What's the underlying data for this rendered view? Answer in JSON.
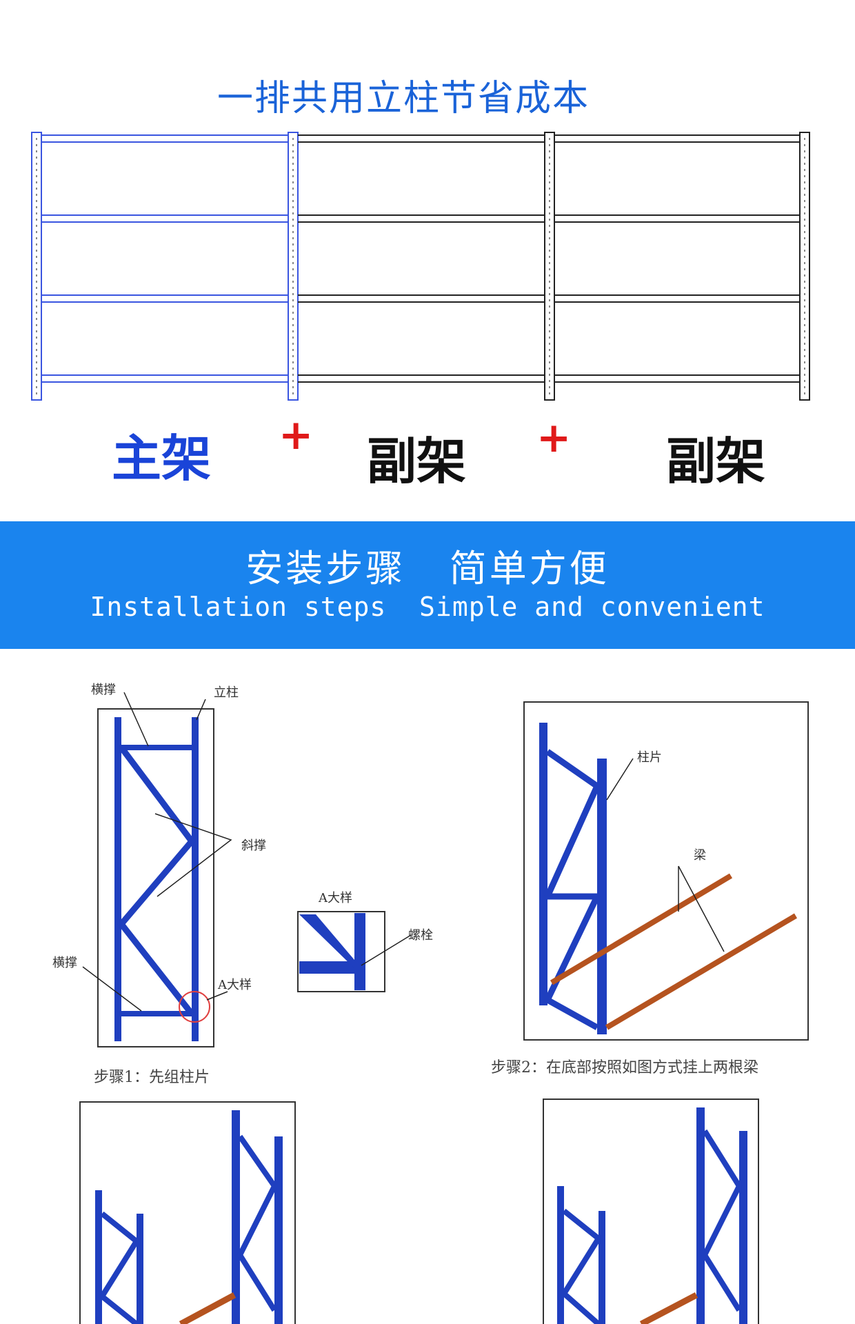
{
  "top": {
    "heading": "一排共用立柱节省成本",
    "frame_labels": {
      "main": "主架",
      "sub1": "副架",
      "sub2": "副架",
      "plus1": "+",
      "plus2": "+"
    }
  },
  "banner": {
    "title_cn": "安装步骤   简单方便",
    "title_en": "Installation steps  Simple and convenient",
    "color": "#1a84ee"
  },
  "step1": {
    "label_crossbar_top": "横撑",
    "label_upright": "立柱",
    "label_diagonal": "斜撑",
    "label_crossbar_bottom": "横撑",
    "label_detail_a": "A大样",
    "caption": "步骤1：先组柱片"
  },
  "detail": {
    "title": "A大样",
    "label_bolt": "螺栓"
  },
  "step2": {
    "label_frame": "柱片",
    "label_beam": "梁",
    "caption": "步骤2：在底部按照如图方式挂上两根梁"
  },
  "colors": {
    "blue": "#1a63d8",
    "frame_blue": "#1f3fbf",
    "beam": "#b5531f",
    "red": "#e01919"
  }
}
